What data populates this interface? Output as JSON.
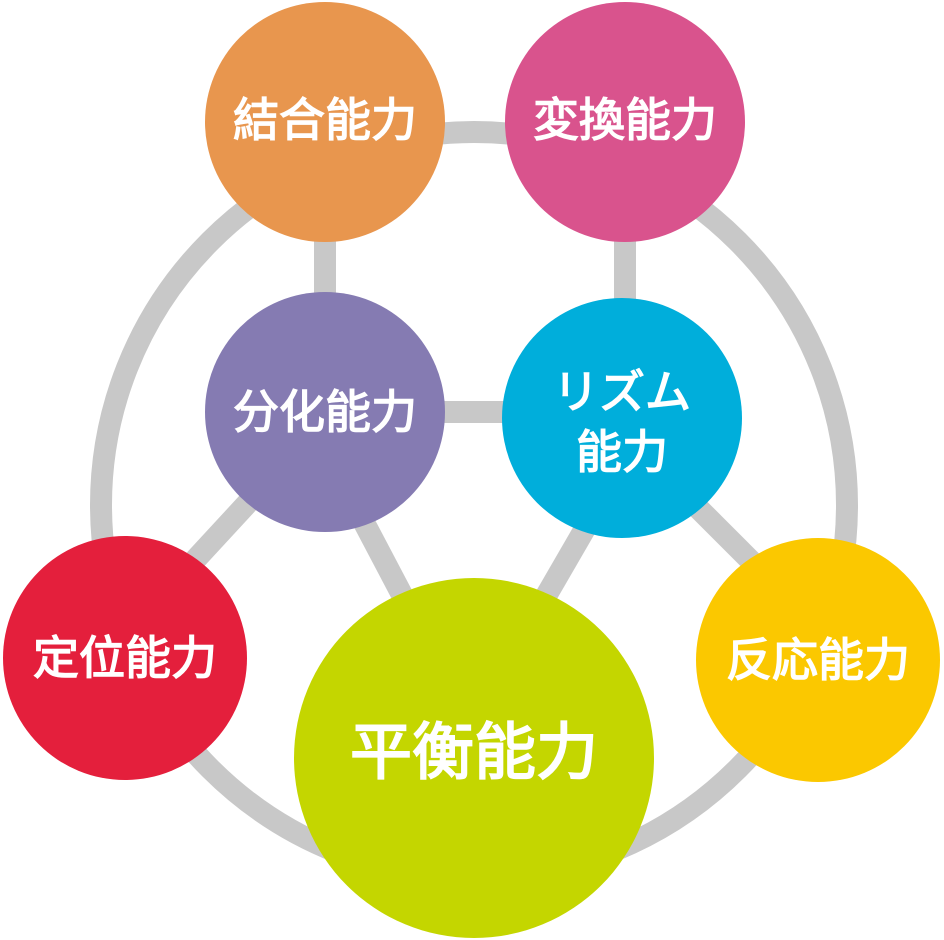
{
  "nodes": {
    "ketsugo": {
      "label": "結合能力",
      "color": "#E8964E"
    },
    "henkan": {
      "label": "変換能力",
      "color": "#D9538D"
    },
    "bunka": {
      "label": "分化能力",
      "color": "#857BB2"
    },
    "rhythm": {
      "label_line1": "リズム",
      "label_line2": "能力",
      "color": "#00AEDB"
    },
    "teii": {
      "label": "定位能力",
      "color": "#E41F3C"
    },
    "heiko": {
      "label": "平衡能力",
      "color": "#C4D600"
    },
    "hanno": {
      "label": "反応能力",
      "color": "#FBC800"
    }
  },
  "connector_color": "#C8C8C8"
}
